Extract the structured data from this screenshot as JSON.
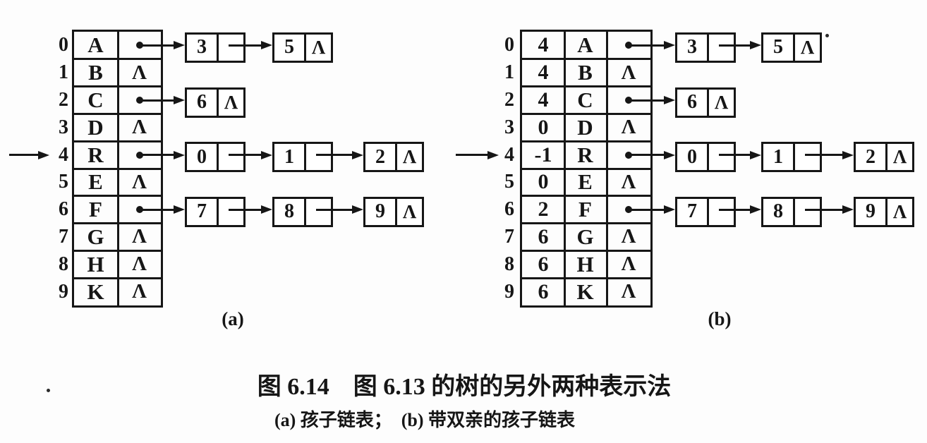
{
  "figure": {
    "caption_main": "图 6.14　图 6.13 的树的另外两种表示法",
    "caption_sub": "(a) 孩子链表；　(b) 带双亲的孩子链表"
  },
  "null_symbol": "Λ",
  "diagrams": [
    {
      "label": "(a)",
      "head_arrow_row": 4,
      "rows": [
        {
          "index": "0",
          "data": "A",
          "children": [
            "3",
            "5"
          ]
        },
        {
          "index": "1",
          "data": "B",
          "children": []
        },
        {
          "index": "2",
          "data": "C",
          "children": [
            "6"
          ]
        },
        {
          "index": "3",
          "data": "D",
          "children": []
        },
        {
          "index": "4",
          "data": "R",
          "children": [
            "0",
            "1",
            "2"
          ]
        },
        {
          "index": "5",
          "data": "E",
          "children": []
        },
        {
          "index": "6",
          "data": "F",
          "children": [
            "7",
            "8",
            "9"
          ]
        },
        {
          "index": "7",
          "data": "G",
          "children": []
        },
        {
          "index": "8",
          "data": "H",
          "children": []
        },
        {
          "index": "9",
          "data": "K",
          "children": []
        }
      ]
    },
    {
      "label": "(b)",
      "head_arrow_row": 4,
      "rows": [
        {
          "index": "0",
          "parent": "4",
          "data": "A",
          "children": [
            "3",
            "5"
          ]
        },
        {
          "index": "1",
          "parent": "4",
          "data": "B",
          "children": []
        },
        {
          "index": "2",
          "parent": "4",
          "data": "C",
          "children": [
            "6"
          ]
        },
        {
          "index": "3",
          "parent": "0",
          "data": "D",
          "children": []
        },
        {
          "index": "4",
          "parent": "-1",
          "data": "R",
          "children": [
            "0",
            "1",
            "2"
          ]
        },
        {
          "index": "5",
          "parent": "0",
          "data": "E",
          "children": []
        },
        {
          "index": "6",
          "parent": "2",
          "data": "F",
          "children": [
            "7",
            "8",
            "9"
          ]
        },
        {
          "index": "7",
          "parent": "6",
          "data": "G",
          "children": []
        },
        {
          "index": "8",
          "parent": "6",
          "data": "H",
          "children": []
        },
        {
          "index": "9",
          "parent": "6",
          "data": "K",
          "children": []
        }
      ]
    }
  ]
}
